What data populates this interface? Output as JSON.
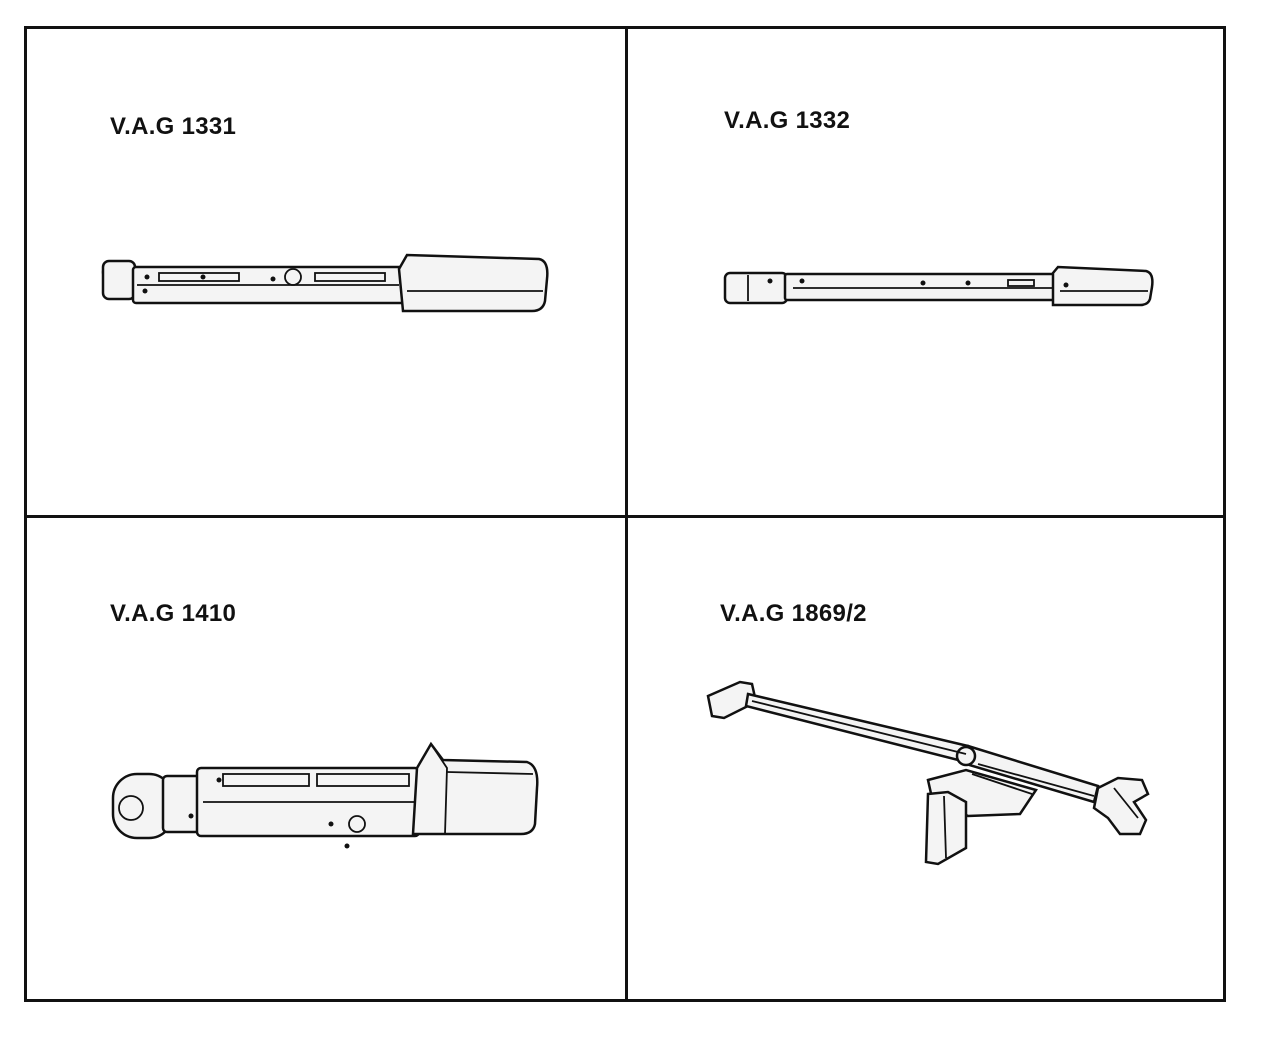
{
  "tools": [
    {
      "label": "V.A.G 1331",
      "icon": "torque-wrench-small-icon"
    },
    {
      "label": "V.A.G 1332",
      "icon": "torque-wrench-long-icon"
    },
    {
      "label": "V.A.G 1410",
      "icon": "torque-wrench-large-icon"
    },
    {
      "label": "V.A.G 1869/2",
      "icon": "angle-lever-tool-icon"
    }
  ],
  "colors": {
    "line": "#111111",
    "fill": "#f4f4f4",
    "background": "#ffffff"
  }
}
